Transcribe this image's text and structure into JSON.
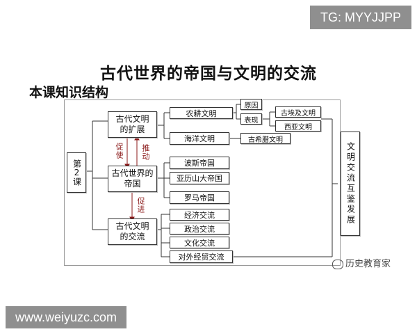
{
  "watermarks": {
    "tg": "TG: MYYJJPP",
    "url": "www.weiyuzc.com"
  },
  "title": "古代世界的帝国与文明的交流",
  "subtitle": "本课知识结构",
  "diagram": {
    "lesson": "第2课",
    "nodes": {
      "expand": "古代文明的扩展",
      "empire": "古代世界的帝国",
      "exchange": "古代文明的交流",
      "farming": "农耕文明",
      "ocean": "海洋文明",
      "reason": "原因",
      "manifest": "表现",
      "egypt": "古埃及文明",
      "westasia": "西亚文明",
      "greece": "古希腊文明",
      "persia": "波斯帝国",
      "alexander": "亚历山大帝国",
      "rome": "罗马帝国",
      "economy": "经济交流",
      "politics": "政治交流",
      "culture": "文化交流",
      "trade": "对外经贸交流",
      "result": "文明交流互鉴发展"
    },
    "arrows": {
      "promote_down": "促使",
      "push_up": "推动",
      "promote": "促进"
    }
  },
  "logo": {
    "text": "历史教育家",
    "icon": "wechat-icon"
  }
}
